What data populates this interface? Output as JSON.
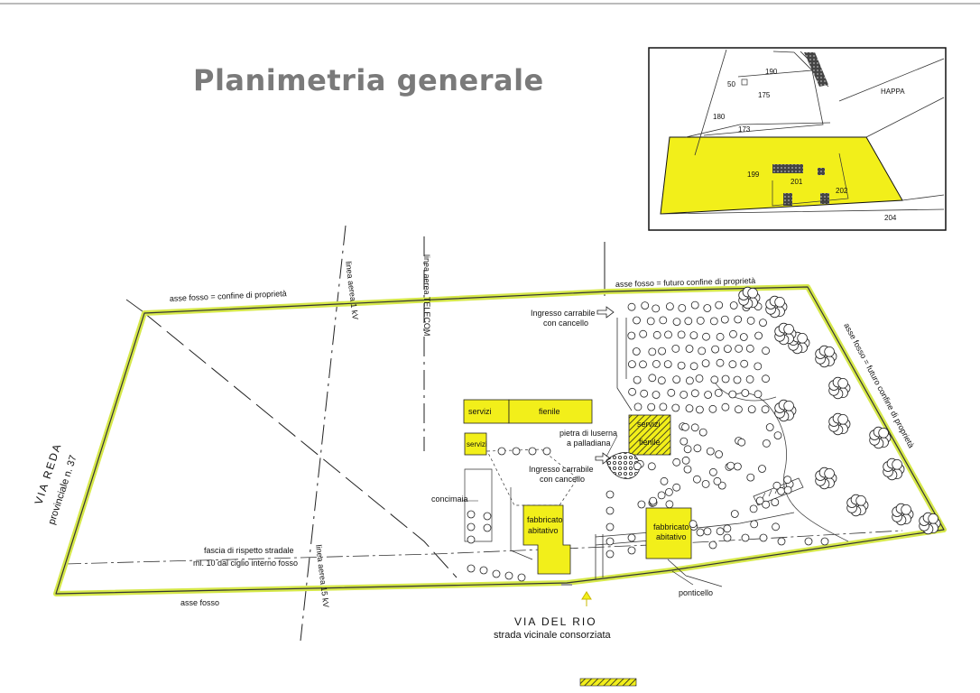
{
  "title": "Planimetria generale",
  "colors": {
    "parcel_fill": "#f2ef1a",
    "boundary": "#d6e84a",
    "ink": "#1a1a1a"
  },
  "labels": {
    "top_boundary": "asse fosso = confine di proprietà",
    "top_right_boundary": "asse fosso = futuro confine di proprietà",
    "right_boundary": "asse fosso = futuro confine di proprietà",
    "bottom_boundary": "asse fosso",
    "line_1kv": "linea aerea 1 kV",
    "line_telecom": "linea aerea TELECOM",
    "line_15kv": "linea aerea 15 kV",
    "entrance_top": "Ingresso carrabile",
    "entrance_top_2": "con cancello",
    "entrance_mid": "Ingresso carrabile",
    "entrance_mid_2": "con cancello",
    "stone_1": "pietra di luserna",
    "stone_2": "a palladiana",
    "concimaia": "concimaia",
    "fascia_1": "fascia di rispetto stradale",
    "fascia_2": "ml. 10 dal ciglio interno fosso",
    "ponticello": "ponticello",
    "via_reda": "VIA REDA",
    "via_reda_2": "provinciale n. 37",
    "via_rio": "VIA DEL RIO",
    "via_rio_2": "strada vicinale consorziata"
  },
  "buildings": {
    "servizi_top": "servizi",
    "fienile_top": "fienile",
    "servizi_small": "servizi",
    "servizi_hatched": "servizi",
    "fienile_hatched": "fienile",
    "abitativo_1": "fabbricato",
    "abitativo_1b": "abitativo",
    "abitativo_2": "fabbricato",
    "abitativo_2b": "abitativo"
  },
  "inset": {
    "label_happa": "HAPPA",
    "parcels": [
      "50",
      "190",
      "175",
      "180",
      "173",
      "199",
      "201",
      "202",
      "204"
    ]
  }
}
